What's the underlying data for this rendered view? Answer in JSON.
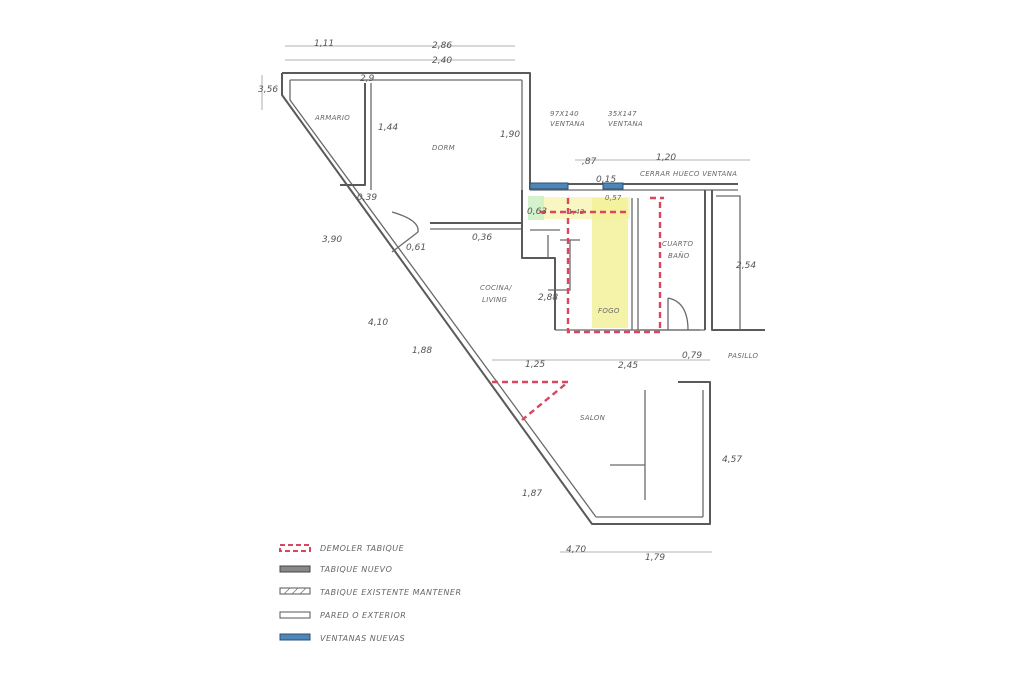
{
  "rooms": {
    "armario": "ARMARIO",
    "dorm": "DORM",
    "cocina": "COCINA/",
    "cocina2": "LIVING",
    "fogo": "FOGO",
    "cuarto": "CUARTO",
    "cuarto2": "BAÑO",
    "salon": "SALON",
    "pasillo": "PASILLO"
  },
  "windows": {
    "w1": "97X140",
    "w1b": "VENTANA",
    "w2": "35X147",
    "w2b": "VENTANA",
    "w3": "CERRAR HUECO VENTANA"
  },
  "dims": {
    "top1": "1,11",
    "top2": "2,86",
    "top3": "2,40",
    "left_top": "3,56",
    "d29": "2,9",
    "d144": "1,44",
    "d190": "1,90",
    "d039": "0,39",
    "d390": "3,90",
    "d061": "0,61",
    "d036": "0,36",
    "d087": ",87",
    "d015": "0,15",
    "d120": "1,20",
    "d063": "0,63",
    "d1": "1,42",
    "d2": "0,57",
    "d288": "2,88",
    "d410": "4,10",
    "d188": "1,88",
    "d125": "1,25",
    "d245": "2,45",
    "d079": "0,79",
    "d254": "2,54",
    "d457": "4,57",
    "d187": "1,87",
    "bottom1": "4,70",
    "bottom2": "1,79"
  },
  "legend": [
    {
      "label": "DEMOLER TABIQUE",
      "kind": "red-dash"
    },
    {
      "label": "TABIQUE NUEVO",
      "kind": "hatched"
    },
    {
      "label": "TABIQUE EXISTENTE MANTENER",
      "kind": "diag"
    },
    {
      "label": "PARED O EXTERIOR",
      "kind": "plain"
    },
    {
      "label": "VENTANAS NUEVAS",
      "kind": "blue"
    }
  ],
  "colors": {
    "demolish": "#d9465f",
    "new_window": "#4f86b8",
    "yellow": "#f3f19a",
    "green": "#c9efc0"
  }
}
